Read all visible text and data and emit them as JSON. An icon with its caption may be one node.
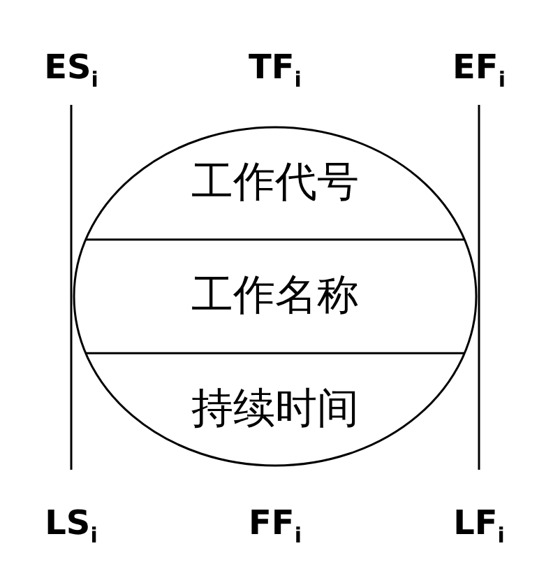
{
  "diagram": {
    "nodes": [
      {
        "text": [
          "工作代号",
          "工作名称",
          "持续时间"
        ]
      }
    ],
    "edges": [],
    "labels": [
      "ES$_{i}$",
      "TF$_{i}$",
      "EF$_{i}$",
      "LS$_{i}$",
      "FF$_{i}$",
      "LF$_{i}$"
    ]
  }
}
